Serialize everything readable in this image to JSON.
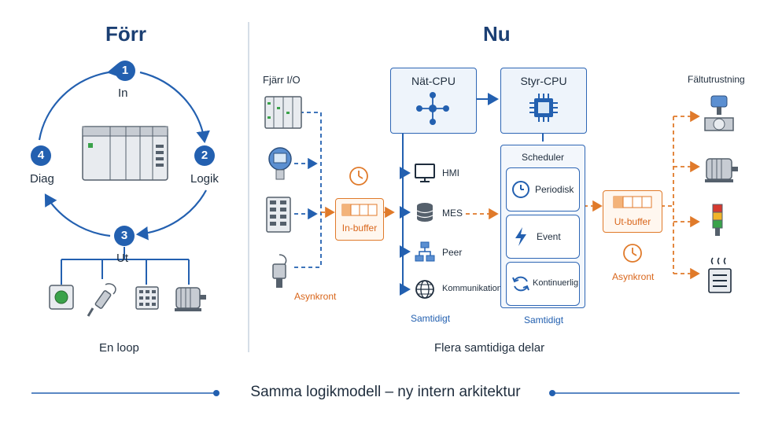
{
  "left": {
    "title": "Förr",
    "steps": [
      {
        "num": "1",
        "label": "In"
      },
      {
        "num": "2",
        "label": "Logik"
      },
      {
        "num": "3",
        "label": "Ut"
      },
      {
        "num": "4",
        "label": "Diag"
      }
    ],
    "caption": "En loop",
    "devices": [
      "indicator-icon",
      "sensor-icon",
      "io-module-icon",
      "motor-icon"
    ]
  },
  "right": {
    "title": "Nu",
    "remote_io": "Fjärr I/O",
    "net_cpu": "Nät-CPU",
    "ctrl_cpu": "Styr-CPU",
    "in_buffer": "In-buffer",
    "out_buffer": "Ut-buffer",
    "async_left": "Asynkront",
    "async_right": "Asynkront",
    "scheduler": "Scheduler",
    "tasks": [
      "Periodisk",
      "Event",
      "Kontinuerlig"
    ],
    "services": [
      "HMI",
      "MES",
      "Peer",
      "Kommunikation"
    ],
    "concurrent_net": "Samtidigt",
    "concurrent_ctrl": "Samtidigt",
    "field": "Fältutrustning",
    "caption": "Flera samtidiga delar"
  },
  "footer": "Samma logikmodell – ny intern arkitektur",
  "colors": {
    "blue": "#2360b0",
    "orange": "#e07a2a",
    "navy": "#1b3f73"
  }
}
